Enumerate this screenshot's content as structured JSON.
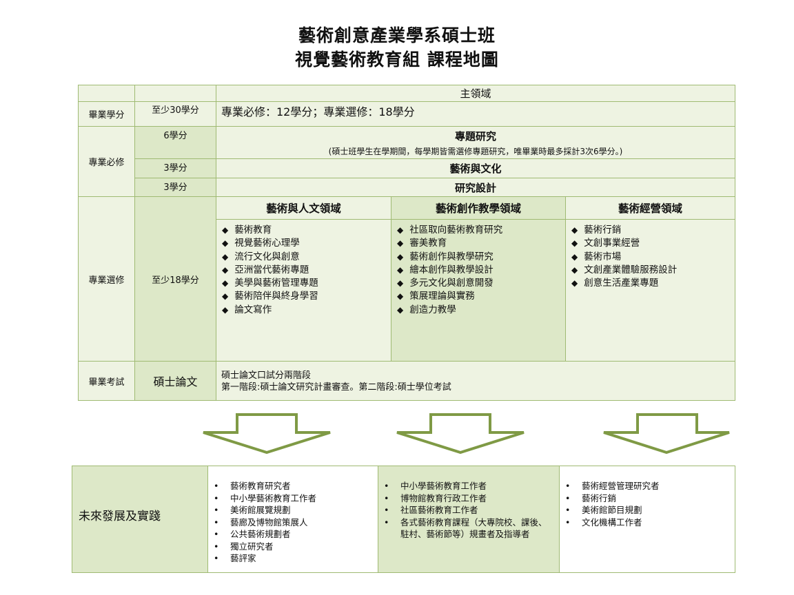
{
  "title": {
    "line1": "藝術創意產業學系碩士班",
    "line2": "視覺藝術教育組  課程地圖"
  },
  "header": {
    "main_domain": "主領域"
  },
  "graduation_credits": {
    "label": "畢業學分",
    "credits": "至少30學分",
    "value": "專業必修：12學分；專業選修：18學分"
  },
  "required": {
    "label": "專業必修",
    "rows": [
      {
        "credits": "6學分",
        "title": "專題研究",
        "note": "(碩士班學生在學期間，每學期皆需選修專題研究，唯畢業時最多採計3次6學分。)"
      },
      {
        "credits": "3學分",
        "title": "藝術與文化"
      },
      {
        "credits": "3學分",
        "title": "研究設計"
      }
    ]
  },
  "elective": {
    "label": "專業選修",
    "credits": "至少18學分",
    "domains": [
      {
        "name": "藝術與人文領域",
        "courses": [
          "藝術教育",
          "視覺藝術心理學",
          "流行文化與創意",
          "亞洲當代藝術專題",
          "美學與藝術管理專題",
          "藝術陪伴與終身學習",
          "論文寫作"
        ]
      },
      {
        "name": "藝術創作教學領域",
        "courses": [
          "社區取向藝術教育研究",
          "審美教育",
          "藝術創作與教學研究",
          "繪本創作與教學設計",
          "多元文化與創意開發",
          "策展理論與實務",
          "創造力教學"
        ]
      },
      {
        "name": "藝術經營領域",
        "courses": [
          "藝術行銷",
          "文創事業經營",
          "藝術市場",
          "文創產業體驗服務設計",
          "創意生活產業專題"
        ]
      }
    ]
  },
  "exam": {
    "label": "畢業考試",
    "thesis": "碩士論文",
    "line1": "碩士論文口試分兩階段",
    "line2": "第一階段:碩士論文研究計畫審查。第二階段:碩士學位考試"
  },
  "future": {
    "label": "未來發展及實踐",
    "columns": [
      [
        "藝術教育研究者",
        "中小學藝術教育工作者",
        "美術館展覽規劃",
        "藝廊及博物館策展人",
        "公共藝術規劃者",
        "獨立研究者",
        "藝評家"
      ],
      [
        "中小學藝術教育工作者",
        "博物館教育行政工作者",
        "社區藝術教育工作者",
        "各式藝術教育課程（大專院校、課後、駐村、藝術節等）規畫者及指導者"
      ],
      [
        "藝術經營管理研究者",
        "藝術行銷",
        "美術館節目規劃",
        "文化機構工作者"
      ]
    ]
  },
  "colors": {
    "border": "#9fba72",
    "arrow": "#7f9a45",
    "light": "#eef3e2",
    "mid": "#dde8c8"
  }
}
